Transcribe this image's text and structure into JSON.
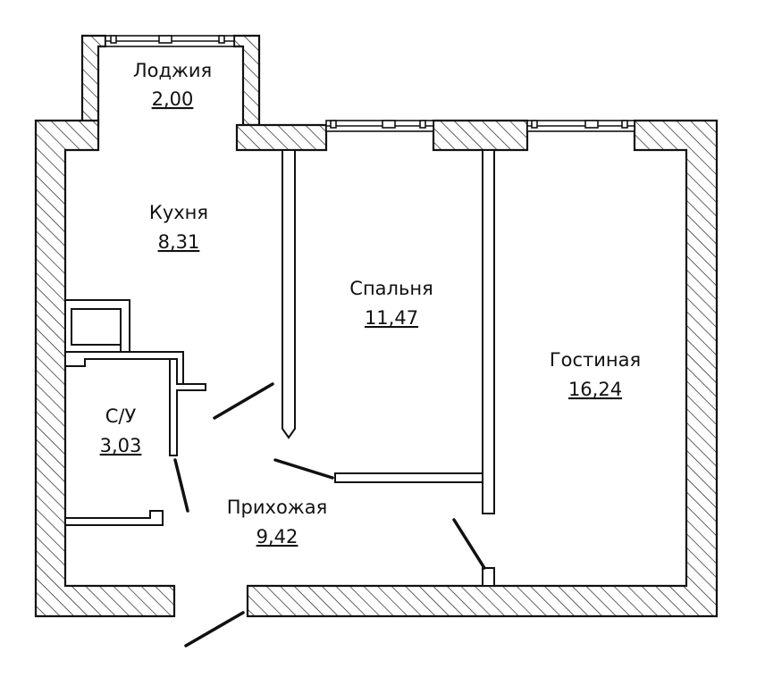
{
  "rooms": [
    {
      "id": "loggia",
      "name": "Лоджия",
      "area": "2,00"
    },
    {
      "id": "kitchen",
      "name": "Кухня",
      "area": "8,31"
    },
    {
      "id": "bedroom",
      "name": "Спальня",
      "area": "11,47"
    },
    {
      "id": "living",
      "name": "Гостиная",
      "area": "16,24"
    },
    {
      "id": "bathroom",
      "name": "С/У",
      "area": "3,03"
    },
    {
      "id": "hallway",
      "name": "Прихожая",
      "area": "9,42"
    }
  ]
}
